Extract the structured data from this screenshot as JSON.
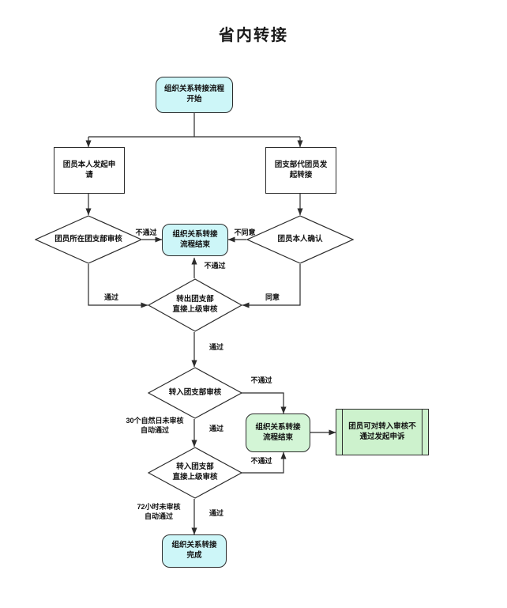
{
  "page": {
    "title": "省内转接",
    "background": "#ffffff"
  },
  "colors": {
    "terminator_cyan": "#cdf6f8",
    "terminator_green": "#d3f5d6",
    "subprocess_green": "#cdf2cd",
    "stroke": "#2b2b2b",
    "text": "#111111"
  },
  "nodes": {
    "start": {
      "label": "组织关系转接流程\n开始",
      "shape": "terminator",
      "fill": "#cdf6f8"
    },
    "member_apply": {
      "label": "团员本人发起申\n请",
      "shape": "process",
      "fill": "#ffffff"
    },
    "branch_apply": {
      "label": "团支部代团员发\n起转接",
      "shape": "process",
      "fill": "#ffffff"
    },
    "branch_review": {
      "label": "团员所在团支部审核",
      "shape": "decision"
    },
    "member_confirm": {
      "label": "团员本人确认",
      "shape": "decision"
    },
    "end_upper": {
      "label": "组织关系转接\n流程结束",
      "shape": "terminator",
      "fill": "#cdf6f8"
    },
    "out_superior_review": {
      "label": "转出团支部\n直接上级审核",
      "shape": "decision"
    },
    "in_branch_review": {
      "label": "转入团支部审核",
      "shape": "decision"
    },
    "in_superior_review": {
      "label": "转入团支部\n直接上级审核",
      "shape": "decision"
    },
    "end_lower": {
      "label": "组织关系转接\n流程结束",
      "shape": "terminator",
      "fill": "#d3f5d6"
    },
    "appeal": {
      "label": "团员可对转入审核不\n通过发起申诉",
      "shape": "subprocess",
      "fill": "#cdf2cd"
    },
    "finish": {
      "label": "组织关系转接\n完成",
      "shape": "terminator",
      "fill": "#cdf6f8"
    }
  },
  "edge_labels": {
    "branch_review_fail": "不通过",
    "member_confirm_disagree": "不同意",
    "branch_review_pass": "通过",
    "member_confirm_agree": "同意",
    "out_superior_fail": "不通过",
    "out_superior_pass": "通过",
    "in_branch_fail": "不通过",
    "in_branch_pass": "通过",
    "in_branch_auto": "30个自然日未审核\n自动通过",
    "in_superior_fail": "不通过",
    "in_superior_pass": "通过",
    "in_superior_auto": "72小时未审核\n自动通过"
  }
}
